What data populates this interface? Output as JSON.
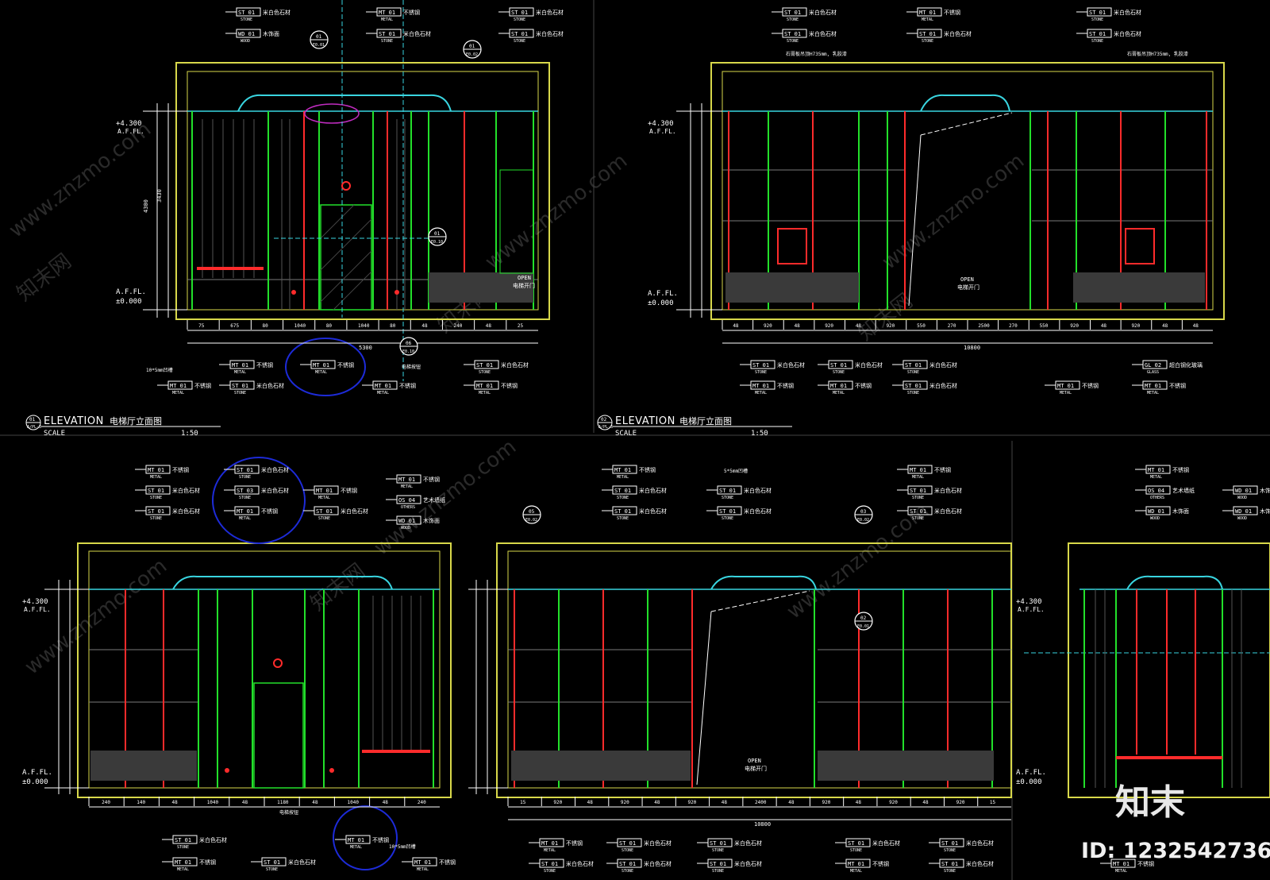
{
  "drawing": {
    "titles": [
      {
        "number": "01",
        "sheet": "A/PL-3",
        "heading": "ELEVATION",
        "name": "电梯厅立面图",
        "scale_label": "SCALE",
        "scale": "1:50"
      },
      {
        "number": "02",
        "sheet": "A/PL-3",
        "heading": "ELEVATION",
        "name": "电梯厅立面图",
        "scale_label": "SCALE",
        "scale": "1:50"
      }
    ],
    "level_top": "+4.300",
    "level_top_sub": "A.F.FL.",
    "level_floor": "A.F.FL.",
    "level_floor_sub": "±0.000",
    "opening_label": "OPEN",
    "opening_sub": "电梯开门",
    "tags": {
      "st01": {
        "code": "ST 01",
        "desc": "米白色石材",
        "cat": "STONE"
      },
      "mt01": {
        "code": "MT 01",
        "desc": "不锈钢",
        "cat": "METAL"
      },
      "wd01": {
        "code": "WD 01",
        "desc": "木饰面",
        "cat": "WOOD"
      },
      "gl02": {
        "code": "GL 02",
        "desc": "超白钢化玻璃",
        "cat": "GLASS"
      },
      "os04": {
        "code": "OS 04",
        "desc": "艺术墙纸",
        "cat": "OTHERS"
      },
      "st03": {
        "code": "ST 03",
        "desc": "米白色石材",
        "cat": "STONE"
      }
    },
    "notes": {
      "joint": "10*5mm凹槽",
      "elevator": "电梯按钮",
      "ceiling_a": "石膏板吊顶H735mm, 乳胶漆",
      "ceiling_b": "5*5mm凹槽"
    },
    "section_marks": [
      {
        "num": "01",
        "ref": "E0.01"
      },
      {
        "num": "01",
        "ref": "E0.02"
      },
      {
        "num": "05",
        "ref": "E0.02"
      },
      {
        "num": "03",
        "ref": "E0.02"
      },
      {
        "num": "02",
        "ref": "E0.01"
      },
      {
        "num": "01",
        "ref": "E0.10"
      },
      {
        "num": "06",
        "ref": "E0.10"
      }
    ],
    "dimensions": {
      "height_total": "4300",
      "height_mid": "3430",
      "width_01": "5300",
      "width_02": "10800",
      "width_04": "10800",
      "row_01": [
        "75",
        "675",
        "80",
        "1040",
        "80",
        "1040",
        "80",
        "48",
        "240",
        "48",
        "25"
      ],
      "row_02": [
        "48",
        "920",
        "48",
        "920",
        "48",
        "920",
        "550",
        "270",
        "2500",
        "270",
        "550",
        "920",
        "48",
        "920",
        "48",
        "48"
      ],
      "row_03": [
        "240",
        "140",
        "48",
        "1040",
        "48",
        "1180",
        "48",
        "1040",
        "48",
        "240"
      ],
      "row_04": [
        "15",
        "920",
        "48",
        "920",
        "48",
        "920",
        "48",
        "2400",
        "48",
        "920",
        "48",
        "920",
        "48",
        "920",
        "15"
      ]
    }
  },
  "watermark": {
    "site": "www.znzmo.com",
    "brand": "知末网",
    "logo": "知末",
    "id": "ID: 1232542736"
  },
  "colors": {
    "background": "#000000",
    "frame": "#d8d84a",
    "wall_line": "#22e02a",
    "accent_red": "#ff2b2b",
    "cyan": "#39d5e0",
    "text": "#ffffff",
    "grid": "#7a7a7a",
    "cloud": "#1d2bd8"
  }
}
